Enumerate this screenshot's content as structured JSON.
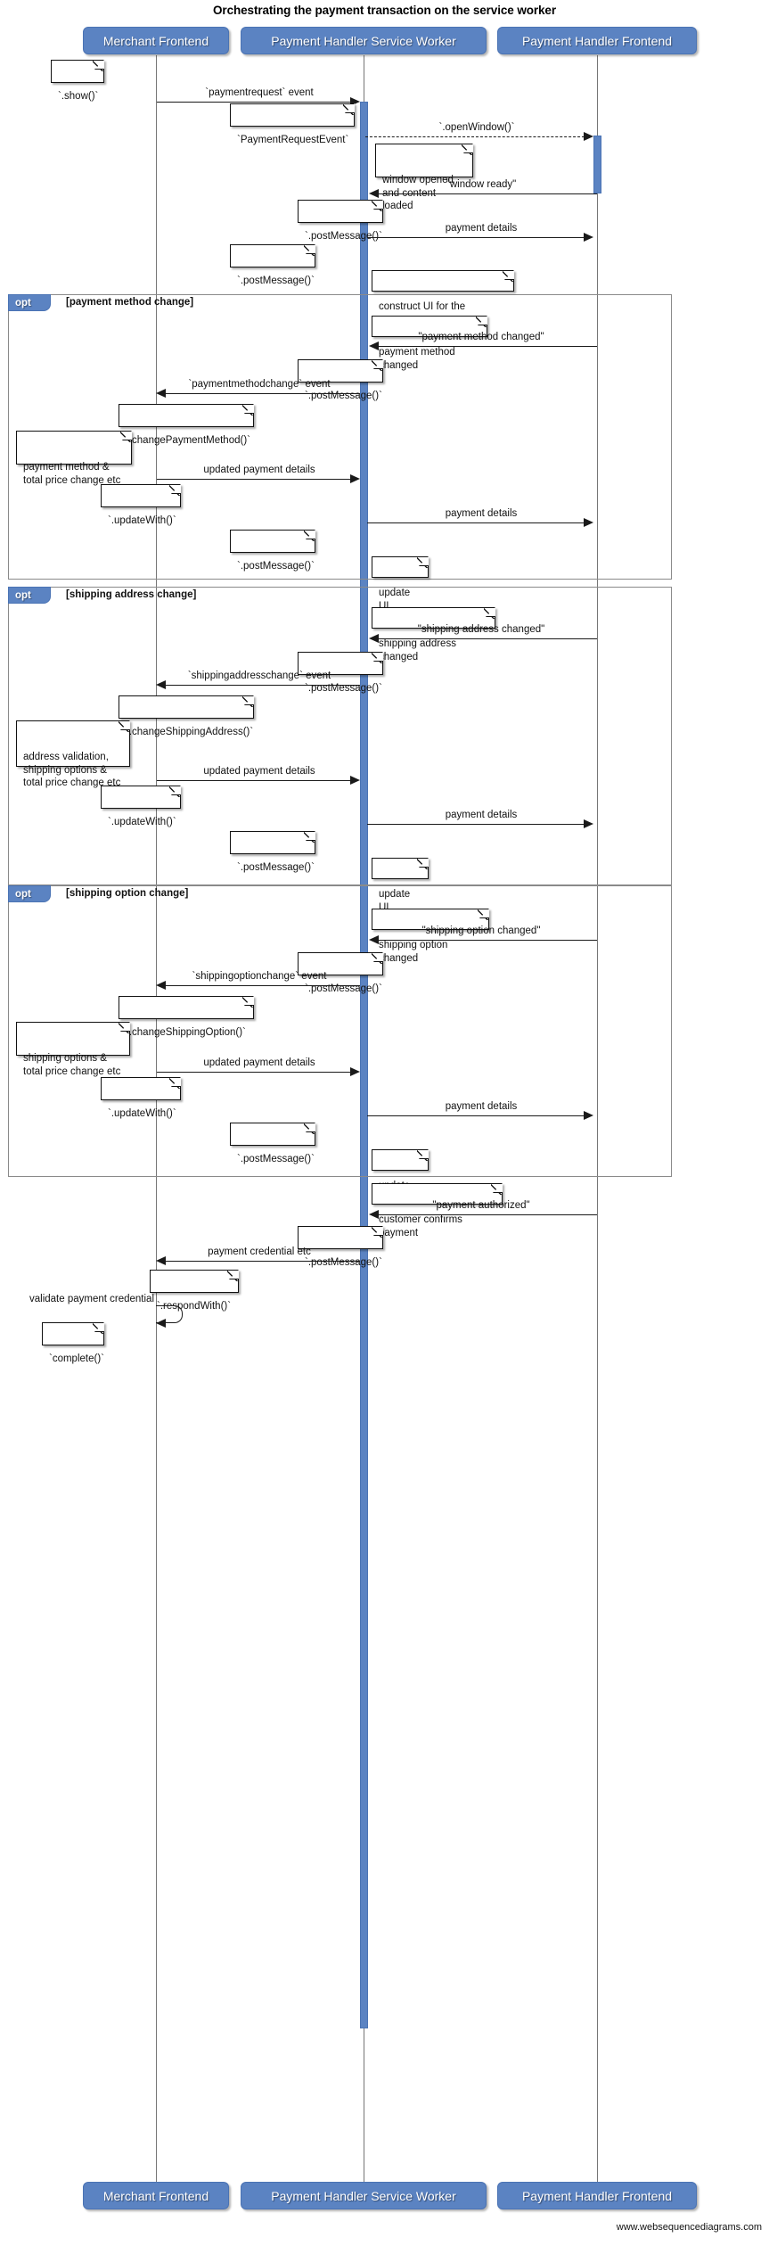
{
  "diagram": {
    "type": "sequence",
    "title": "Orchestrating the payment transaction on the service worker",
    "credit": "www.websequencediagrams.com",
    "accent_color": "#5B83C2",
    "frame_color": "#8a8a8a",
    "line_color": "#1a1a1a"
  },
  "actors": [
    {
      "id": "merchant",
      "label": "Merchant Frontend"
    },
    {
      "id": "sw",
      "label": "Payment Handler Service Worker"
    },
    {
      "id": "phf",
      "label": "Payment Handler Frontend"
    }
  ],
  "actors_footer": [
    {
      "id": "merchant",
      "label": "Merchant Frontend"
    },
    {
      "id": "sw",
      "label": "Payment Handler Service Worker"
    },
    {
      "id": "phf",
      "label": "Payment Handler Frontend"
    }
  ],
  "fragments": [
    {
      "id": "opt1",
      "kind": "opt",
      "condition": "[payment method change]"
    },
    {
      "id": "opt2",
      "kind": "opt",
      "condition": "[shipping address change]"
    },
    {
      "id": "opt3",
      "kind": "opt",
      "condition": "[shipping option change]"
    }
  ],
  "messages": [
    {
      "id": "m1",
      "label": "`paymentrequest` event",
      "from": "merchant",
      "to": "sw",
      "style": "solid"
    },
    {
      "id": "m2",
      "label": "`.openWindow()`",
      "from": "sw",
      "to": "phf",
      "style": "dashed"
    },
    {
      "id": "m3",
      "label": "\"window ready\"",
      "from": "phf",
      "to": "sw",
      "style": "solid"
    },
    {
      "id": "m4",
      "label": "payment details",
      "from": "sw",
      "to": "phf",
      "style": "solid"
    },
    {
      "id": "m5",
      "label": "\"payment method changed\"",
      "from": "phf",
      "to": "sw",
      "style": "solid"
    },
    {
      "id": "m6",
      "label": "`paymentmethodchange` event",
      "from": "sw",
      "to": "merchant",
      "style": "solid"
    },
    {
      "id": "m7",
      "label": "updated payment details",
      "from": "merchant",
      "to": "sw",
      "style": "solid"
    },
    {
      "id": "m8",
      "label": "payment details",
      "from": "sw",
      "to": "phf",
      "style": "solid"
    },
    {
      "id": "m9",
      "label": "\"shipping address changed\"",
      "from": "phf",
      "to": "sw",
      "style": "solid"
    },
    {
      "id": "m10",
      "label": "`shippingaddresschange` event",
      "from": "sw",
      "to": "merchant",
      "style": "solid"
    },
    {
      "id": "m11",
      "label": "updated payment details",
      "from": "merchant",
      "to": "sw",
      "style": "solid"
    },
    {
      "id": "m12",
      "label": "payment details",
      "from": "sw",
      "to": "phf",
      "style": "solid"
    },
    {
      "id": "m13",
      "label": "\"shipping option changed\"",
      "from": "phf",
      "to": "sw",
      "style": "solid"
    },
    {
      "id": "m14",
      "label": "`shippingoptionchange` event",
      "from": "sw",
      "to": "merchant",
      "style": "solid"
    },
    {
      "id": "m15",
      "label": "updated payment details",
      "from": "merchant",
      "to": "sw",
      "style": "solid"
    },
    {
      "id": "m16",
      "label": "payment details",
      "from": "sw",
      "to": "phf",
      "style": "solid"
    },
    {
      "id": "m17",
      "label": "\"payment authorized\"",
      "from": "phf",
      "to": "sw",
      "style": "solid"
    },
    {
      "id": "m18",
      "label": "payment credential etc",
      "from": "sw",
      "to": "merchant",
      "style": "solid"
    },
    {
      "id": "m19",
      "label": "validate payment credential",
      "from": "merchant",
      "to": "merchant",
      "style": "self"
    }
  ],
  "notes": [
    {
      "id": "n1",
      "text": "`.show()`",
      "lane": "merchant"
    },
    {
      "id": "n2",
      "text": "`PaymentRequestEvent`",
      "lane": "sw"
    },
    {
      "id": "n3",
      "text": "window opened\nand content loaded",
      "lane": "phf"
    },
    {
      "id": "n4",
      "text": "`.postMessage()`",
      "lane": "phf"
    },
    {
      "id": "n5",
      "text": "`.postMessage()`",
      "lane": "sw"
    },
    {
      "id": "n6",
      "text": "construct UI for the customer",
      "lane": "phf"
    },
    {
      "id": "n7",
      "text": "payment method changed",
      "lane": "phf"
    },
    {
      "id": "n8",
      "text": "`.postMessage()`",
      "lane": "phf"
    },
    {
      "id": "n9",
      "text": "`.changePaymentMethod()`",
      "lane": "merchant"
    },
    {
      "id": "n10",
      "text": "payment method &\ntotal price change etc",
      "lane": "merchant"
    },
    {
      "id": "n11",
      "text": "`.updateWith()`",
      "lane": "merchant"
    },
    {
      "id": "n12",
      "text": "`.postMessage()`",
      "lane": "sw"
    },
    {
      "id": "n13",
      "text": "update UI",
      "lane": "phf"
    },
    {
      "id": "n14",
      "text": "shipping address changed",
      "lane": "phf"
    },
    {
      "id": "n15",
      "text": "`.postMessage()`",
      "lane": "phf"
    },
    {
      "id": "n16",
      "text": "`.changeShippingAddress()`",
      "lane": "merchant"
    },
    {
      "id": "n17",
      "text": "address validation,\nshipping options &\ntotal price change etc",
      "lane": "merchant"
    },
    {
      "id": "n18",
      "text": "`.updateWith()`",
      "lane": "merchant"
    },
    {
      "id": "n19",
      "text": "`.postMessage()`",
      "lane": "sw"
    },
    {
      "id": "n20",
      "text": "update UI",
      "lane": "phf"
    },
    {
      "id": "n21",
      "text": "shipping option changed",
      "lane": "phf"
    },
    {
      "id": "n22",
      "text": "`.postMessage()`",
      "lane": "phf"
    },
    {
      "id": "n23",
      "text": "`.changeShippingOption()`",
      "lane": "merchant"
    },
    {
      "id": "n24",
      "text": "shipping options &\ntotal price change etc",
      "lane": "merchant"
    },
    {
      "id": "n25",
      "text": "`.updateWith()`",
      "lane": "merchant"
    },
    {
      "id": "n26",
      "text": "`.postMessage()`",
      "lane": "sw"
    },
    {
      "id": "n27",
      "text": "update UI",
      "lane": "phf"
    },
    {
      "id": "n28",
      "text": "customer confirms payment",
      "lane": "phf"
    },
    {
      "id": "n29",
      "text": "`.postMessage()`",
      "lane": "phf"
    },
    {
      "id": "n30",
      "text": "`.respondWith()`",
      "lane": "sw"
    },
    {
      "id": "n31",
      "text": "`complete()`",
      "lane": "merchant"
    }
  ]
}
